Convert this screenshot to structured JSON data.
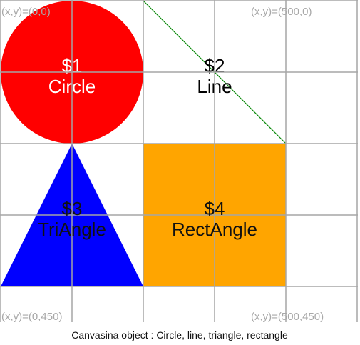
{
  "colors": {
    "grid": "#a6a6a6",
    "circle": "#ff0000",
    "line": "#0a8a0a",
    "triangle": "#0000ff",
    "rectangle": "#ffa500",
    "circle_text": "#ffffff",
    "line_text": "#000000",
    "triangle_text": "#111111",
    "rectangle_text": "#111111"
  },
  "coordinates": {
    "top_left": "(x,y)=(0,0)",
    "top_right": "(x,y)=(500,0)",
    "bottom_left": "(x,y)=(0,450)",
    "bottom_right": "(x,y)=(500,450)"
  },
  "shapes": {
    "circle": {
      "index": "$1",
      "name": "Circle"
    },
    "line": {
      "index": "$2",
      "name": "Line"
    },
    "triangle": {
      "index": "$3",
      "name": "TriAngle"
    },
    "rectangle": {
      "index": "$4",
      "name": "RectAngle"
    }
  },
  "caption": "Canvasina object : Circle, line, triangle, rectangle"
}
